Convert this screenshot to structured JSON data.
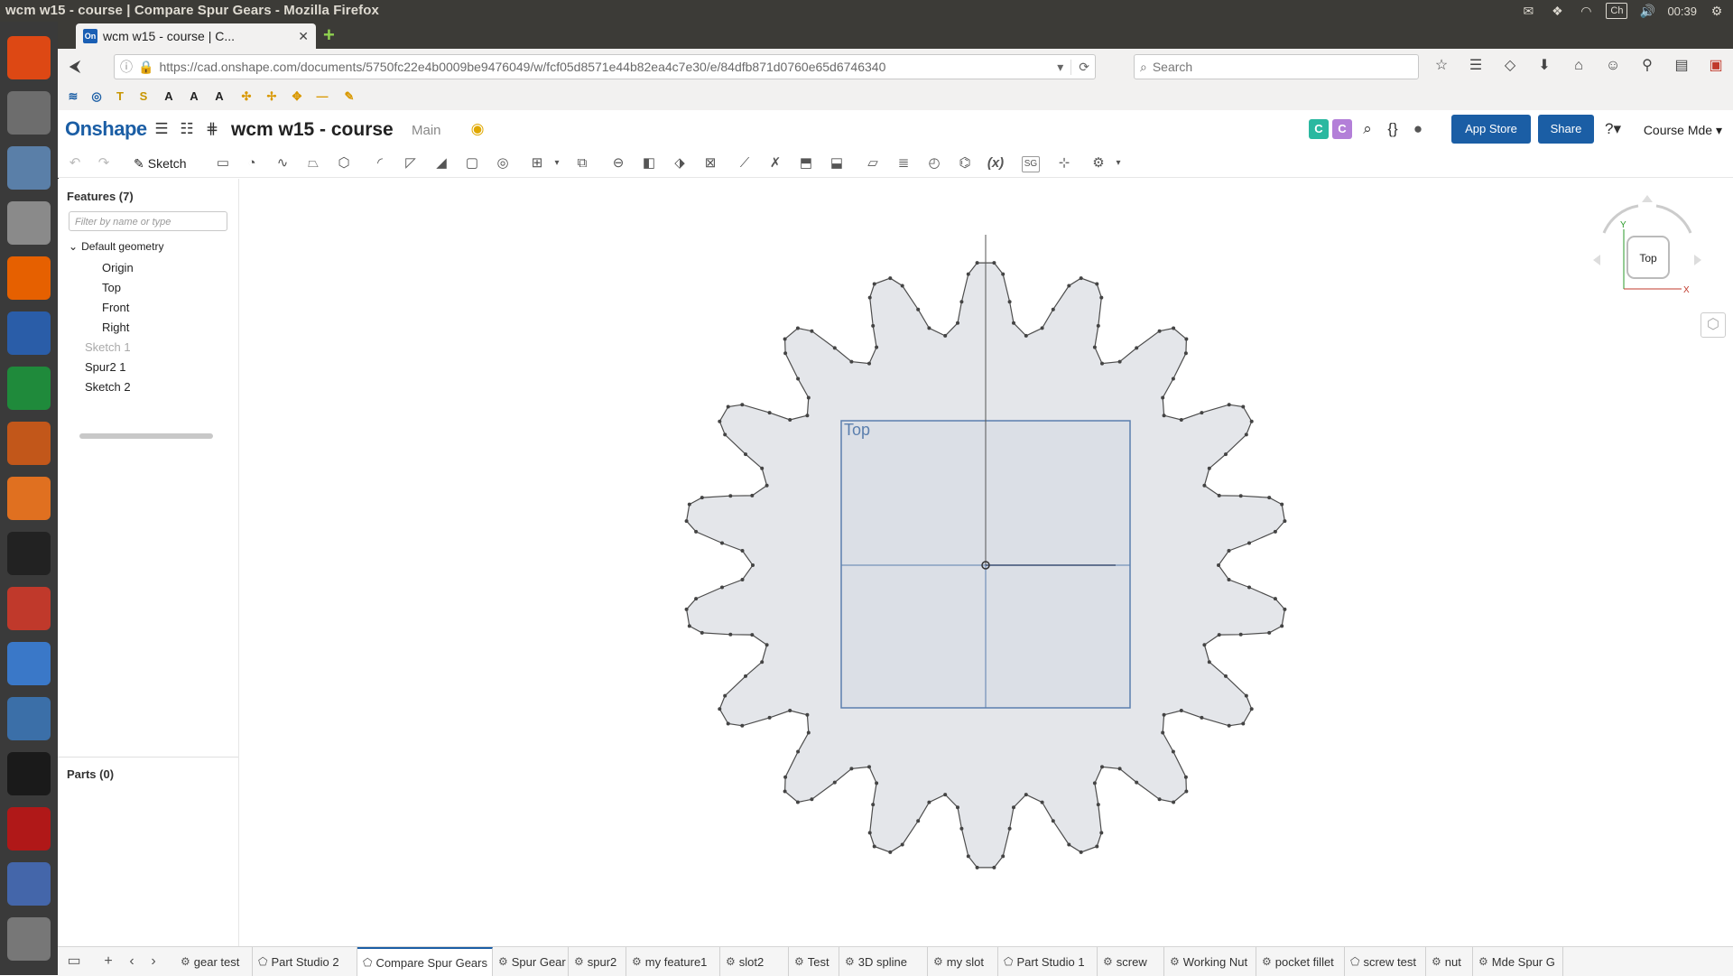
{
  "os": {
    "window_title": "wcm w15 - course | Compare Spur Gears - Mozilla Firefox",
    "tray": {
      "keyboard_label": "Ch",
      "clock": "00:39"
    }
  },
  "launcher": {
    "items": [
      {
        "name": "ubuntu-dash-icon"
      },
      {
        "name": "files-icon"
      },
      {
        "name": "screenshot-tool-icon"
      },
      {
        "name": "text-editor-icon"
      },
      {
        "name": "firefox-icon"
      },
      {
        "name": "writer-icon"
      },
      {
        "name": "calc-icon"
      },
      {
        "name": "impress-icon"
      },
      {
        "name": "software-center-icon"
      },
      {
        "name": "amazon-icon"
      },
      {
        "name": "system-settings-icon"
      },
      {
        "name": "chromium-icon"
      },
      {
        "name": "system-monitor-icon"
      },
      {
        "name": "terminal-icon"
      },
      {
        "name": "filezilla-icon"
      },
      {
        "name": "kdiff3-icon"
      },
      {
        "name": "stacked-apps-icon"
      }
    ]
  },
  "browser": {
    "tab_title": "wcm w15 - course | C...",
    "tab_favicon": "On",
    "url": "https://cad.onshape.com/documents/5750fc22e4b0009be9476049/w/fcf05d8571e44b82ea4c7e30/e/84dfb871d0760e65d6746340",
    "search_placeholder": "Search"
  },
  "header": {
    "logo": "Onshape",
    "doc_title": "wcm w15 - course",
    "branch": "Main",
    "avatars": [
      {
        "letter": "C",
        "color": "#2ab8a0"
      },
      {
        "letter": "C",
        "color": "#b37fd8"
      }
    ],
    "app_store_label": "App Store",
    "share_label": "Share",
    "user_label": "Course Mde"
  },
  "toolbar": {
    "sketch_label": "Sketch",
    "variable_label": "(x)",
    "sg_label": "SG"
  },
  "features": {
    "heading": "Features (7)",
    "filter_placeholder": "Filter by name or type",
    "group_label": "Default geometry",
    "default_items": [
      "Origin",
      "Top",
      "Front",
      "Right"
    ],
    "items": [
      {
        "label": "Sketch 1",
        "muted": true
      },
      {
        "label": "Spur2 1",
        "muted": false
      },
      {
        "label": "Sketch 2",
        "muted": false
      }
    ],
    "parts_heading": "Parts (0)"
  },
  "viewport": {
    "plane_label": "Top",
    "viewcube_label": "Top",
    "axis_x": "X",
    "axis_y": "Y",
    "gear_teeth": 18,
    "gear_fill": "#e4e6ea",
    "gear_edge": "#4d4d4d",
    "plane_color": "#5b7fae"
  },
  "bottom_tabs": [
    {
      "label": "gear test",
      "icon": "feature-studio-icon",
      "active": false
    },
    {
      "label": "Part Studio 2",
      "icon": "part-studio-icon",
      "active": false
    },
    {
      "label": "Compare Spur Gears",
      "icon": "part-studio-icon",
      "active": true
    },
    {
      "label": "Spur Gear",
      "icon": "feature-studio-icon",
      "active": false
    },
    {
      "label": "spur2",
      "icon": "feature-studio-icon",
      "active": false
    },
    {
      "label": "my feature1",
      "icon": "feature-studio-icon",
      "active": false
    },
    {
      "label": "slot2",
      "icon": "feature-studio-icon",
      "active": false
    },
    {
      "label": "Test",
      "icon": "feature-studio-icon",
      "active": false
    },
    {
      "label": "3D spline",
      "icon": "feature-studio-icon",
      "active": false
    },
    {
      "label": "my slot",
      "icon": "feature-studio-icon",
      "active": false
    },
    {
      "label": "Part Studio 1",
      "icon": "part-studio-icon",
      "active": false
    },
    {
      "label": "screw",
      "icon": "feature-studio-icon",
      "active": false
    },
    {
      "label": "Working Nut",
      "icon": "feature-studio-icon",
      "active": false
    },
    {
      "label": "pocket fillet",
      "icon": "feature-studio-icon",
      "active": false
    },
    {
      "label": "screw test",
      "icon": "part-studio-icon",
      "active": false
    },
    {
      "label": "nut",
      "icon": "feature-studio-icon",
      "active": false
    },
    {
      "label": "Mde Spur G",
      "icon": "feature-studio-icon",
      "active": false
    }
  ]
}
